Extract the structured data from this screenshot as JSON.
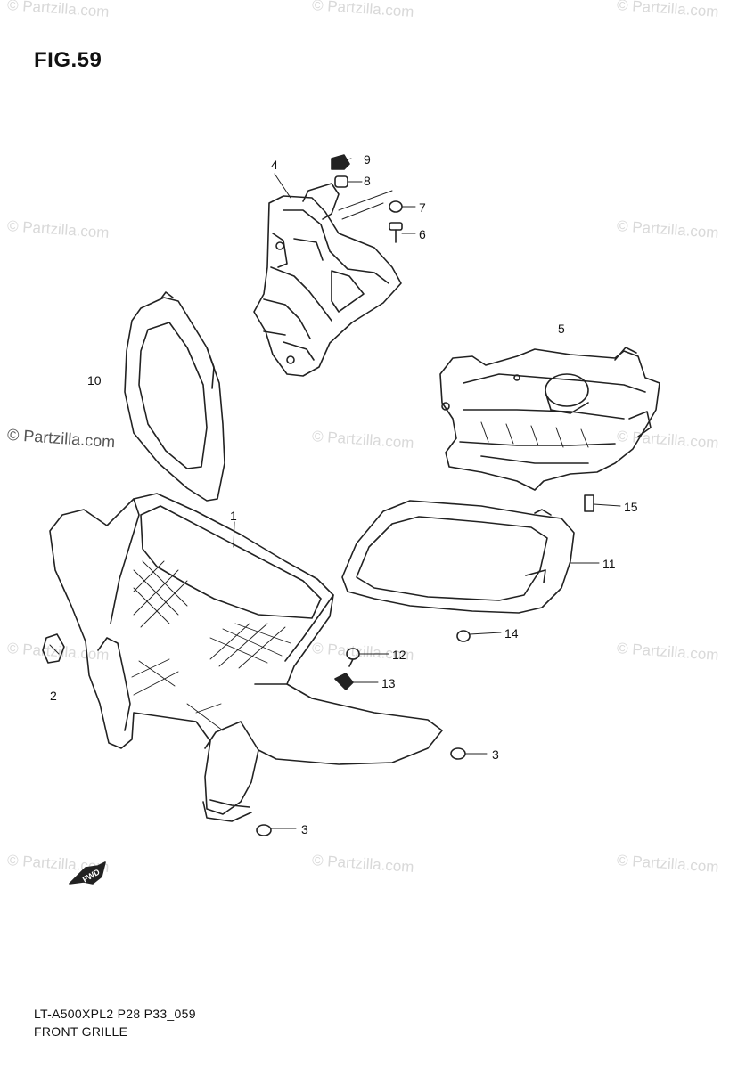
{
  "figure_title": "FIG.59",
  "watermark": "© Partzilla.com",
  "footer": {
    "code": "LT-A500XPL2 P28 P33_059",
    "caption": "FRONT GRILLE"
  },
  "callouts": {
    "c1": "1",
    "c2": "2",
    "c3a": "3",
    "c3b": "3",
    "c4": "4",
    "c5": "5",
    "c6": "6",
    "c7": "7",
    "c8": "8",
    "c9": "9",
    "c10": "10",
    "c11": "11",
    "c12": "12",
    "c13": "13",
    "c14": "14",
    "c15": "15"
  },
  "fwd_label": "FWD"
}
